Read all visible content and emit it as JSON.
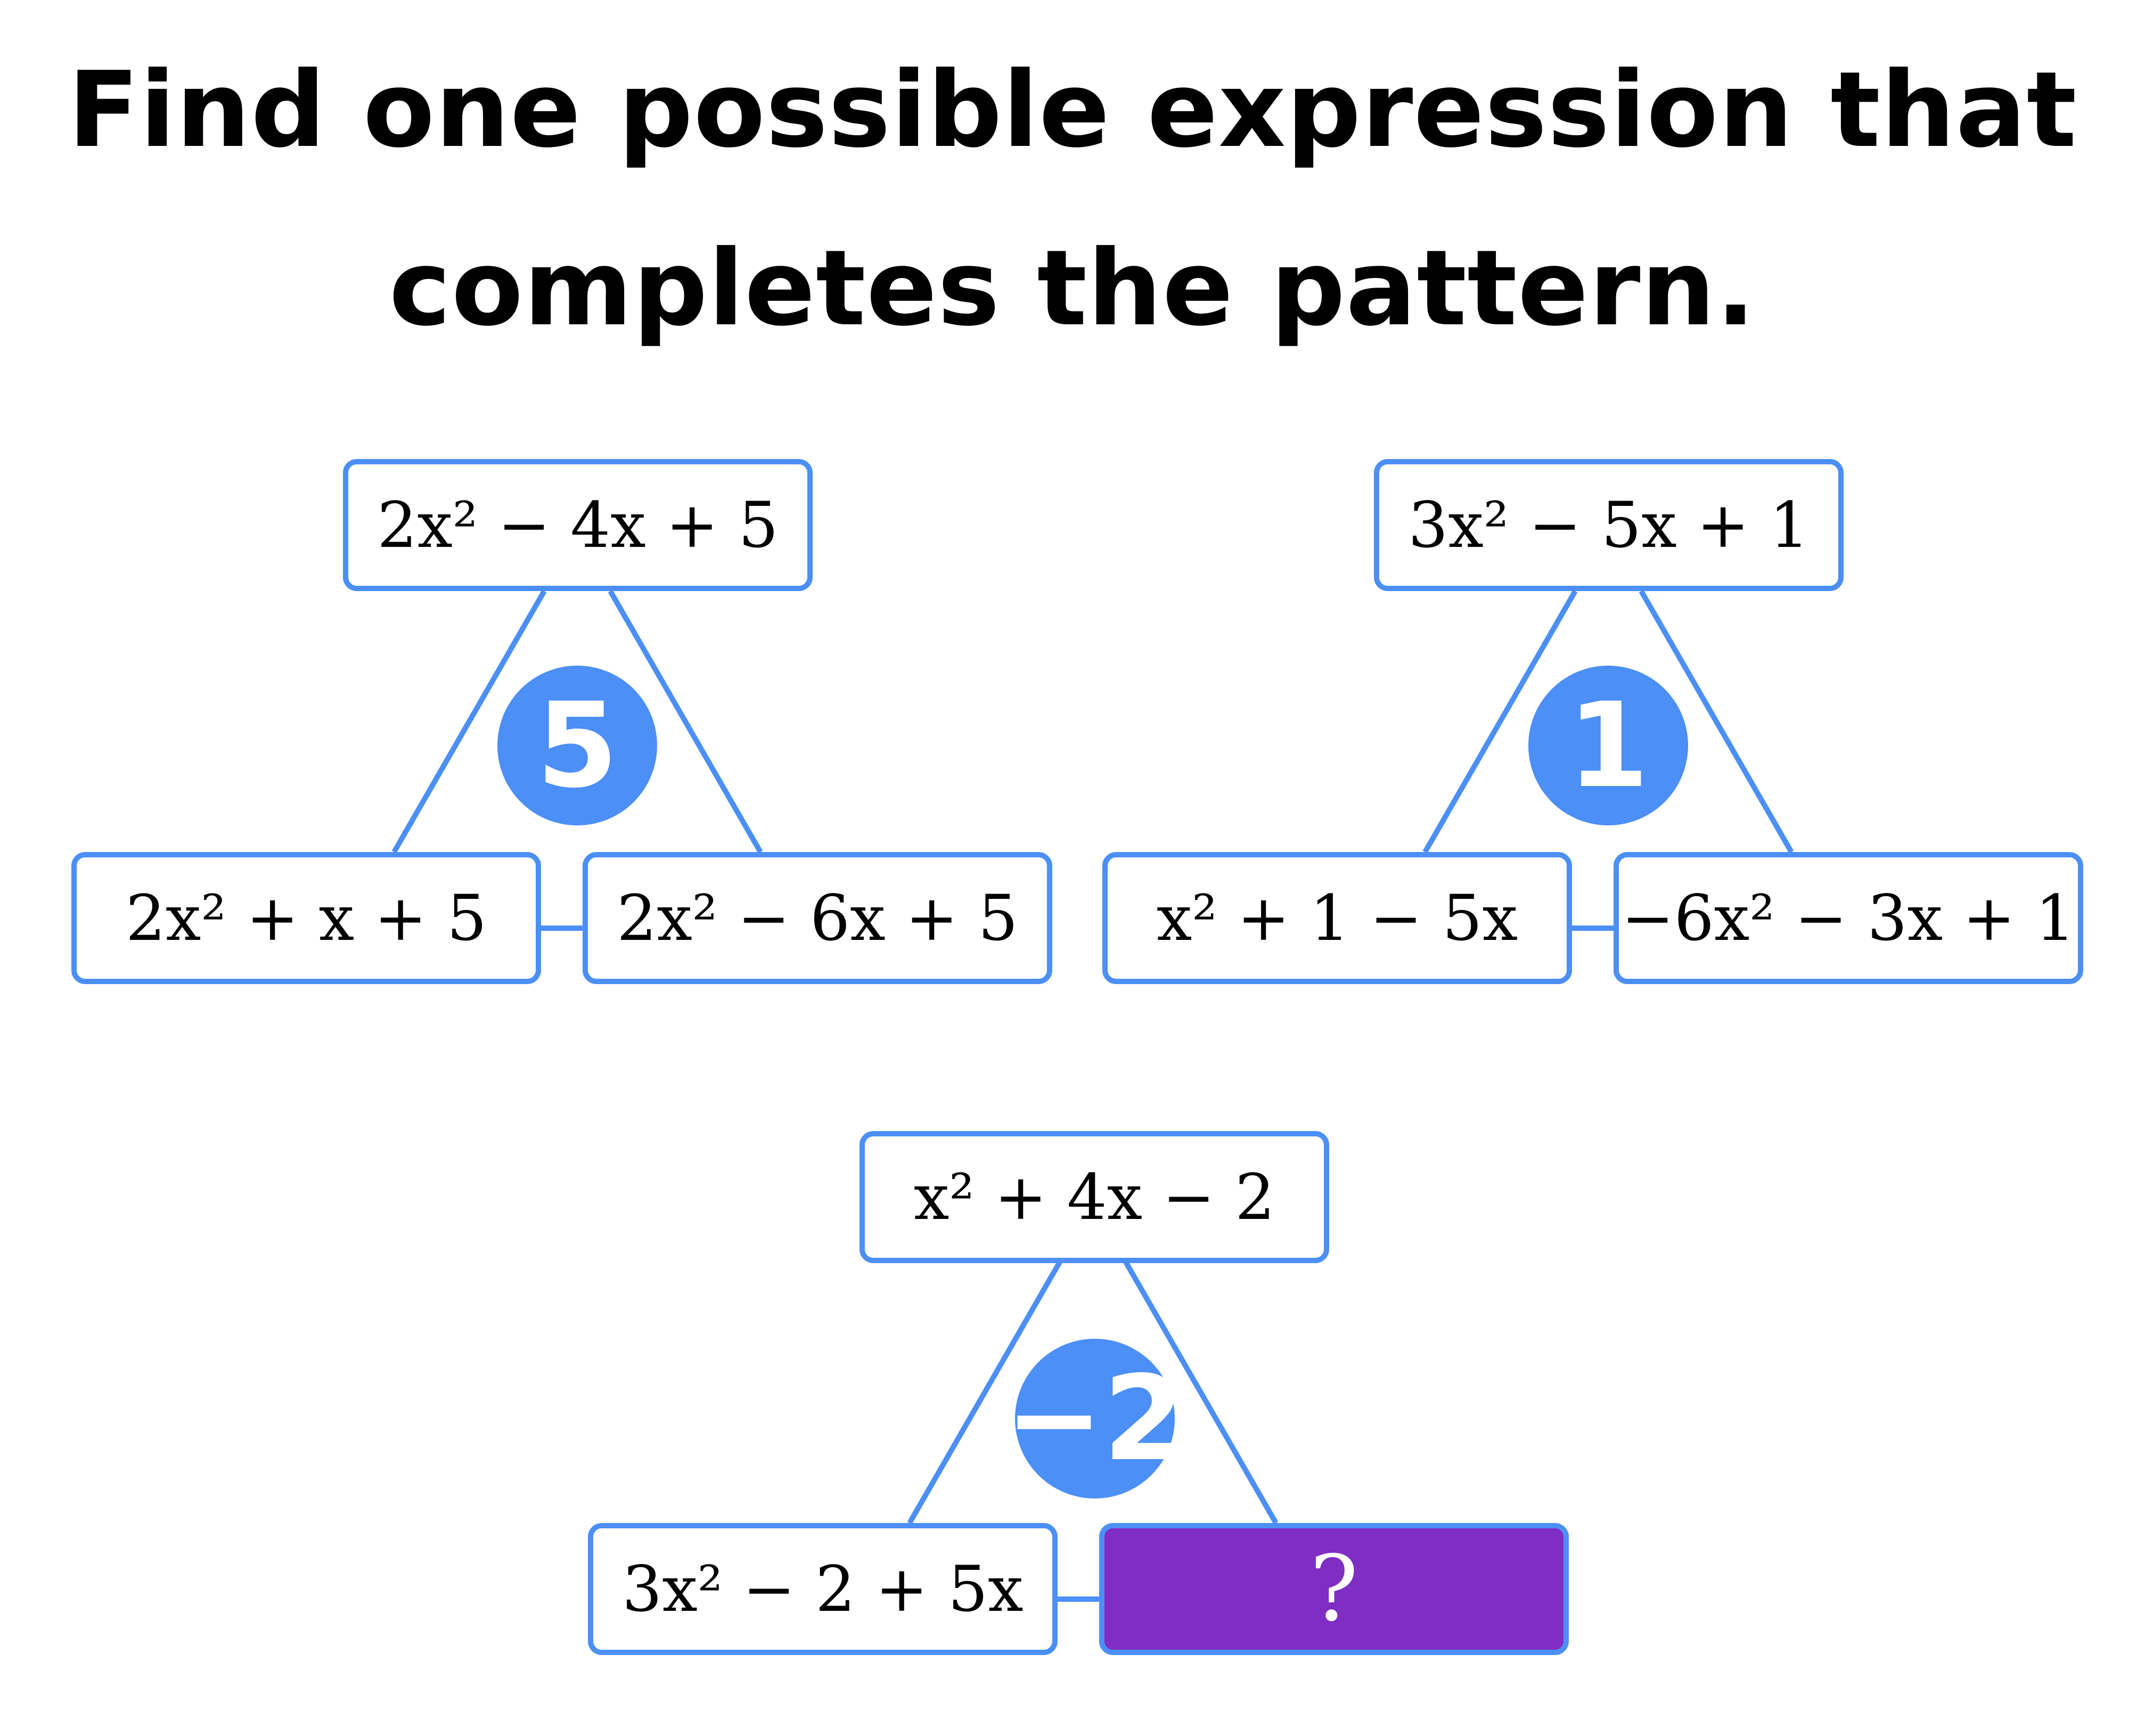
{
  "title": {
    "line1": "Find one possible expression that",
    "line2": "completes the pattern."
  },
  "colors": {
    "accent_blue": "#4b8ff7",
    "answer_purple": "#7f2dc3",
    "text": "#000000",
    "background": "#ffffff"
  },
  "pyramids": [
    {
      "top": "2x² − 4x + 5",
      "center": "5",
      "left": "2x² + x + 5",
      "right": "2x² − 6x + 5"
    },
    {
      "top": "3x² − 5x + 1",
      "center": "1",
      "left": "x² + 1 − 5x",
      "right": "−6x² − 3x + 1"
    },
    {
      "top": "x² + 4x − 2",
      "center": "−2",
      "left": "3x² − 2 + 5x",
      "right": "?"
    }
  ]
}
